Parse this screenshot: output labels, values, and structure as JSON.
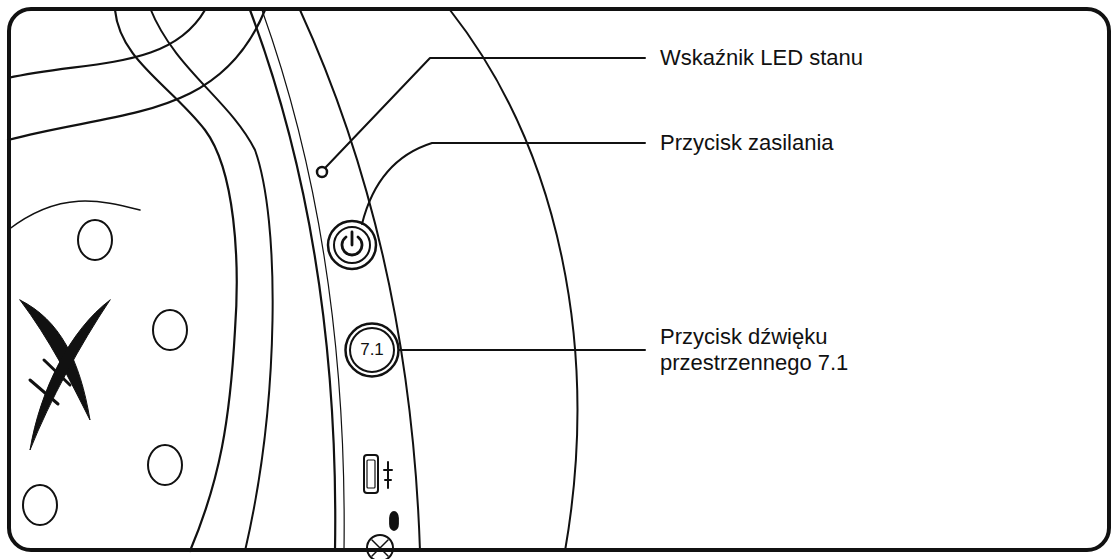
{
  "diagram": {
    "nodes": [
      {
        "text": [
          "7.1"
        ]
      }
    ],
    "labels": [
      "Wskaźnik LED stanu",
      "Przycisk zasilania",
      "Przycisk dźwięku przestrzennego 7.1"
    ]
  }
}
